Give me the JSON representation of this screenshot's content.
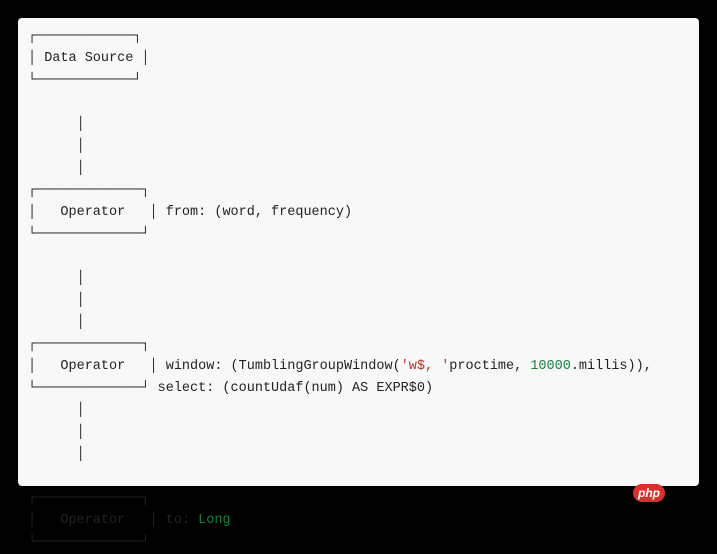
{
  "plan": {
    "line01": "┌────────────┐",
    "line02": "│ Data Source │",
    "line03": "└────────────┘",
    "line04": "",
    "line05": "      │",
    "line06": "      │",
    "line07": "      │",
    "line08": "┌─────────────┐",
    "line09_box": "│   Operator   │ ",
    "line09_text": "from: (word, frequency)",
    "line10": "└─────────────┘",
    "line11": "",
    "line12": "      │",
    "line13": "      │",
    "line14": "      │",
    "line15": "┌─────────────┐",
    "line16_box": "│   Operator   │ ",
    "line16_pre": "window: (TumblingGroupWindow(",
    "line16_str": "'w$, '",
    "line16_mid": "proctime, ",
    "line16_num": "10000",
    "line16_post": ".millis)),",
    "line17_box": "└─────────────┘ ",
    "line17_text": "select: (countUdaf(num) AS EXPR$0)",
    "line18": "      │",
    "line19": "      │",
    "line20": "      │",
    "line21": "",
    "line22": "┌─────────────┐",
    "line23_box": "│   Operator   │ ",
    "line23_label": "to: ",
    "line23_type": "Long",
    "line24": "└─────────────┘"
  },
  "watermark": "php",
  "colors": {
    "background": "#000000",
    "panel": "#f8f8f8",
    "text": "#222222",
    "string": "#b5332e",
    "number": "#1a7f3f",
    "watermark": "#d9302b"
  }
}
